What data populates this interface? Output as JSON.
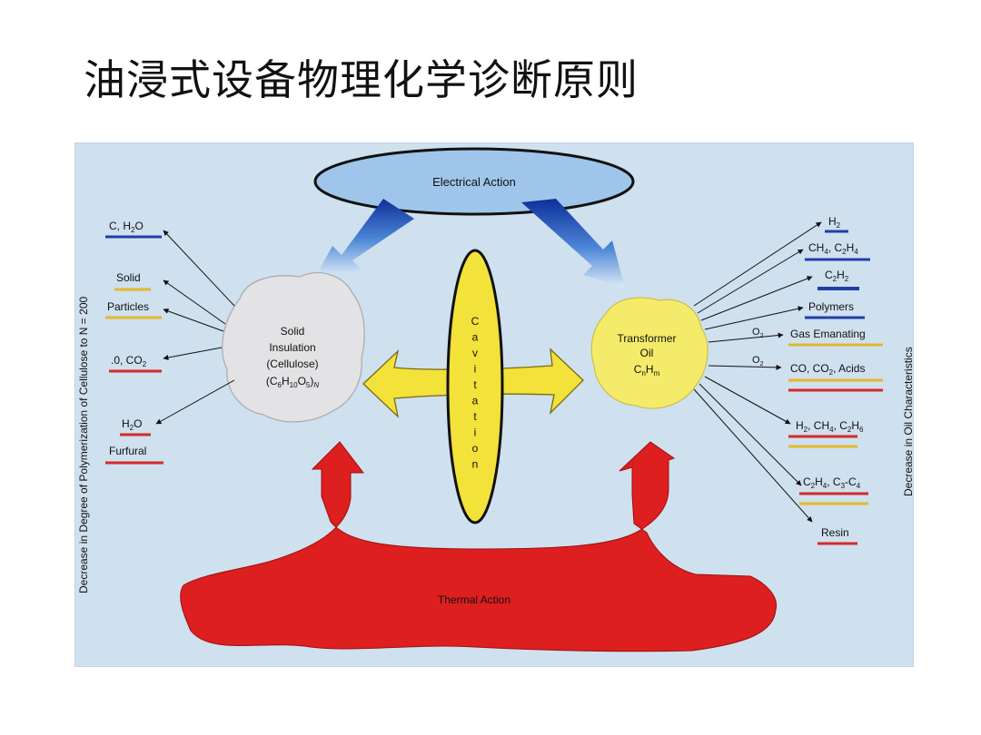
{
  "slide": {
    "title": "油浸式设备物理化学诊断原则"
  },
  "diagram": {
    "electrical_action": "Electrical Action",
    "thermal_action": "Thermal Action",
    "cavitation_letters": [
      "C",
      "a",
      "v",
      "i",
      "t",
      "a",
      "t",
      "i",
      "o",
      "n"
    ],
    "solid_insulation": {
      "line1": "Solid",
      "line2": "Insulation",
      "line3": "(Cellulose)",
      "formula": "(C6H10O5)N"
    },
    "transformer_oil": {
      "line1": "Transformer",
      "line2": "Oil",
      "formula": "CnHm"
    },
    "left_axis_label": "Decrease in Degree of Polymerization of Cellulose to N = 200",
    "right_axis_label": "Decrease in Oil Characteristics",
    "left_products": [
      "C, H2O",
      "Solid",
      "Particles",
      ".0, CO2",
      "H2O",
      "Furfural"
    ],
    "right_products": [
      "H2",
      "CH4, C2H4",
      "C2H2",
      "Polymers",
      "Gas Emanating",
      "CO, CO2, Acids",
      "H2, CH4, C2H6",
      "C2H4, C3-C4",
      "Resin"
    ],
    "o2_label": "O2",
    "colors": {
      "blue": "#1f3fa8",
      "yellow": "#e3b92a",
      "red": "#d42a2a",
      "background": "#cfe0ee",
      "electrical_fill": "#9fc6ea",
      "thermal_fill": "#dd1f1f",
      "cavitation_fill": "#f2e23a",
      "oil_fill": "#f4eb6a",
      "cellulose_fill": "#e3e2e4"
    },
    "icons": [
      "electrical-arrow-icon",
      "thermal-arrow-icon",
      "cavitation-arrow-icon"
    ]
  }
}
